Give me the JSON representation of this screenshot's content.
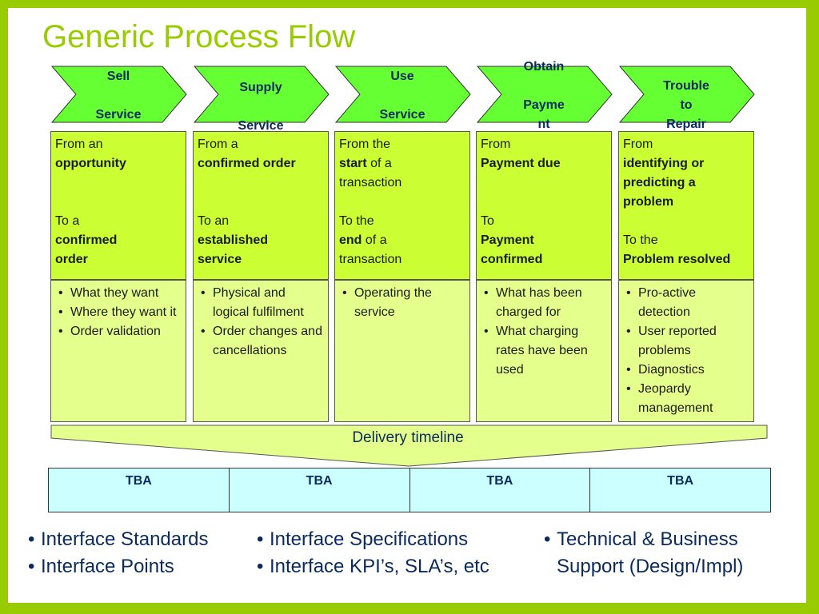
{
  "title": "Generic Process Flow",
  "colors": {
    "frame": "#99cc00",
    "chevron": "#66ff33",
    "box_top": "#ccff33",
    "box_bottom": "#e5ff8c",
    "table": "#ccffff",
    "text_dark": "#0a2a5e"
  },
  "stages": [
    {
      "chevron_label": "Sell\n\nService",
      "from_to": [
        {
          "t": "From an",
          "b": false
        },
        {
          "t": "opportunity",
          "b": true
        },
        {
          "t": " ",
          "b": false
        },
        {
          "t": " ",
          "b": false
        },
        {
          "t": "To a",
          "b": false
        },
        {
          "t": "confirmed",
          "b": true
        },
        {
          "t": "order",
          "b": true
        }
      ],
      "bullets": [
        "What they want",
        "Where they want it",
        "Order validation"
      ]
    },
    {
      "chevron_label": "Supply\n\nService",
      "from_to": [
        {
          "t": "From a",
          "b": false
        },
        {
          "t": "confirmed order",
          "b": true
        },
        {
          "t": " ",
          "b": false
        },
        {
          "t": " ",
          "b": false
        },
        {
          "t": "To an",
          "b": false
        },
        {
          "t": "established",
          "b": true
        },
        {
          "t": "service",
          "b": true
        }
      ],
      "bullets": [
        "Physical and logical fulfilment",
        "Order changes and cancellations"
      ]
    },
    {
      "chevron_label": "Use\n\nService",
      "from_to": [
        {
          "t": "From the",
          "b": false
        },
        {
          "parts": [
            {
              "t": "start",
              "b": true
            },
            {
              "t": " of a",
              "b": false
            }
          ]
        },
        {
          "t": "transaction",
          "b": false
        },
        {
          "t": " ",
          "b": false
        },
        {
          "t": "To the",
          "b": false
        },
        {
          "parts": [
            {
              "t": "end",
              "b": true
            },
            {
              "t": " of a",
              "b": false
            }
          ]
        },
        {
          "t": "transaction",
          "b": false
        }
      ],
      "bullets": [
        "Operating the service"
      ]
    },
    {
      "chevron_label": "Obtain\n\nPayme\nnt",
      "from_to": [
        {
          "t": "From",
          "b": false
        },
        {
          "t": "Payment due",
          "b": true
        },
        {
          "t": " ",
          "b": false
        },
        {
          "t": " ",
          "b": false
        },
        {
          "t": "To",
          "b": false
        },
        {
          "t": "Payment",
          "b": true
        },
        {
          "t": "confirmed",
          "b": true
        }
      ],
      "bullets": [
        "What has been charged for",
        "What charging rates have been used"
      ]
    },
    {
      "chevron_label": "Trouble\nto\nRepair",
      "from_to": [
        {
          "t": "From",
          "b": false
        },
        {
          "t": "identifying or",
          "b": true
        },
        {
          "t": "predicting a",
          "b": true
        },
        {
          "t": "problem",
          "b": true
        },
        {
          "t": " ",
          "b": false
        },
        {
          "t": "To the",
          "b": false
        },
        {
          "t": "Problem resolved",
          "b": true
        }
      ],
      "bullets": [
        "Pro-active detection",
        "User reported problems",
        "Diagnostics",
        "Jeopardy management"
      ]
    }
  ],
  "timeline_label": "Delivery timeline",
  "tba": [
    "TBA",
    "TBA",
    "TBA",
    "TBA"
  ],
  "footer": [
    {
      "lines": [
        {
          "t": "Interface Standards",
          "bullet": true
        },
        {
          "t": "Interface Points",
          "bullet": true
        }
      ]
    },
    {
      "lines": [
        {
          "t": "Interface Specifications",
          "bullet": true
        },
        {
          "t": "Interface KPI’s, SLA’s, etc",
          "bullet": true
        }
      ]
    },
    {
      "lines": [
        {
          "t": "Technical & Business",
          "bullet": true
        },
        {
          "t": "Support (Design/Impl)",
          "bullet": false
        }
      ]
    }
  ]
}
